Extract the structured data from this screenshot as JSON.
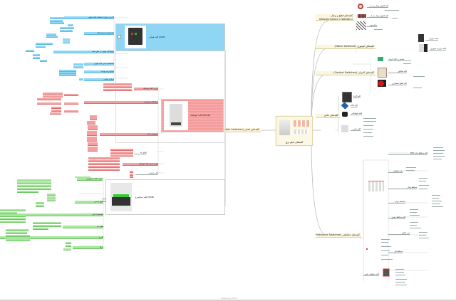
{
  "mindmap": {
    "central": {
      "label": "کلیدهای تابلو برق"
    },
    "left_root": {
      "label": "کلیدهای اصلی (Main Switches)"
    },
    "acb": {
      "label": "(ACB) کلید هوایی",
      "color": "#8fd6f5",
      "subitems": [
        "کاربرد و موارد استفاده کلید هوایی",
        "ساختمان و اجزای کلید",
        "انواع کلید هوایی از نظر نصب",
        "مشخصات فنی کلید هوایی",
        "انواع تریپ یونیت",
        "مزایا و معایب"
      ]
    },
    "mccb": {
      "label": "(MCCB) کلید اتوماتیک",
      "color": "#f4a0a0",
      "subitems": [
        "کاربرد کلید اتوماتیک",
        "انواع کلید اتوماتیک",
        "مشخصات فنی",
        "انواع رله",
        "لوازم جانبی کلید اتوماتیک",
        "نکات انتخاب"
      ]
    },
    "mcb": {
      "label": "(MCB) کلید مینیاتوری",
      "color": "#a8e6a0",
      "subitems": [
        "تعریف کلید مینیاتوری",
        "انواع منحنی",
        "مشخصات فنی",
        "قطب ها",
        "کاربرد",
        "مزایا"
      ]
    },
    "right_branches": [
      {
        "label": "کلیدهای قطع و وصل (Disconnectors / Isolators)",
        "children": [
          "کلید قطع و وصل زیر بار",
          "کلید قطع و وصل بی بار",
          "سکسیونر"
        ]
      },
      {
        "label": "کلیدهای موتوری (Motor Switches)",
        "children": [
          "کلید حرارتی",
          "کلید حرارتی موتوری"
        ]
      },
      {
        "label": "کلیدهای کنترلی (Control Switches)",
        "children": [
          "شستی و کلید فرمان",
          "کلید سلکتور",
          "کلید قطع اضطراری"
        ]
      },
      {
        "label": "کلیدهای خاص",
        "children": [
          "کلید گردان",
          "کلید ATS",
          "کلید اتوماتیک زمانی",
          "کلید تایمر"
        ]
      },
      {
        "label": "کلیدهای حفاظتی (Protective Switches)",
        "children": [
          "کلید محافظ جان RCD",
          "رله حفاظتی",
          "محافظ ولتاژ",
          "محافظ جریان",
          "کلید محافظ موتور",
          "ارت لیکیج",
          "محافظ فاز",
          "کلید حفاظتی جامع"
        ]
      }
    ],
    "footer_text": "Powered by XMind"
  }
}
